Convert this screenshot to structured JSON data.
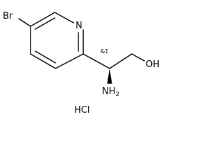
{
  "molecule": {
    "atoms": {
      "bromine": "Br",
      "ring_nitrogen": "N",
      "hydroxyl": "OH",
      "amine": "NH",
      "amine_subscript": "2",
      "stereo_descriptor": "&1"
    },
    "salt": "HCl"
  },
  "colors": {
    "ink": "#000000",
    "background": "#ffffff"
  }
}
